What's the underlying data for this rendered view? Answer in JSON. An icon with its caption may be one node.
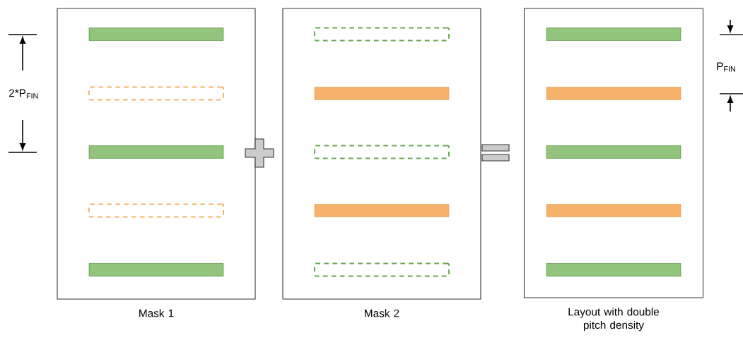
{
  "diagram": {
    "nodes": [
      {
        "text": [],
        "shape": "box",
        "beside": [
          "Mask 1"
        ]
      },
      {
        "text": [],
        "shape": "bar",
        "in": 0
      },
      {
        "text": [],
        "shape": "bar",
        "in": 0
      },
      {
        "text": [],
        "shape": "bar",
        "in": 0
      },
      {
        "text": [],
        "shape": "bar",
        "in": 0
      },
      {
        "text": [],
        "shape": "bar",
        "in": 0
      },
      {
        "text": [],
        "shape": "box",
        "beside": [
          "Mask 2"
        ]
      },
      {
        "text": [],
        "shape": "bar",
        "in": 6
      },
      {
        "text": [],
        "shape": "bar",
        "in": 6
      },
      {
        "text": [],
        "shape": "bar",
        "in": 6
      },
      {
        "text": [],
        "shape": "bar",
        "in": 6
      },
      {
        "text": [],
        "shape": "bar",
        "in": 6
      },
      {
        "text": [],
        "shape": "box",
        "beside": [
          "Layout with double pitch density"
        ]
      },
      {
        "text": [],
        "shape": "bar",
        "in": 12
      },
      {
        "text": [],
        "shape": "bar",
        "in": 12
      },
      {
        "text": [],
        "shape": "bar",
        "in": 12
      },
      {
        "text": [],
        "shape": "bar",
        "in": 12
      },
      {
        "text": [],
        "shape": "bar",
        "in": 12
      }
    ],
    "labels": [
      "2*P$_{FIN}$",
      "P$_{FIN}$"
    ]
  }
}
